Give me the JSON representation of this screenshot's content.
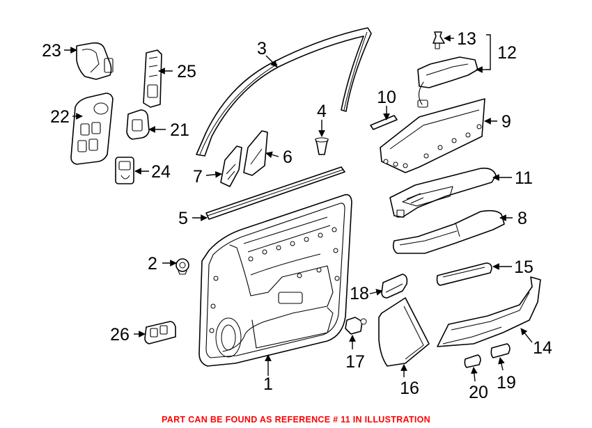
{
  "diagram": {
    "callouts": [
      "1",
      "2",
      "3",
      "4",
      "5",
      "6",
      "7",
      "8",
      "9",
      "10",
      "11",
      "12",
      "13",
      "14",
      "15",
      "16",
      "17",
      "18",
      "19",
      "20",
      "21",
      "22",
      "23",
      "24",
      "25",
      "26"
    ],
    "footer_note": "PART CAN BE FOUND AS REFERENCE # 11 IN ILLUSTRATION",
    "colors": {
      "line": "#000000",
      "background": "#ffffff",
      "footer_text": "#ff0000"
    }
  }
}
